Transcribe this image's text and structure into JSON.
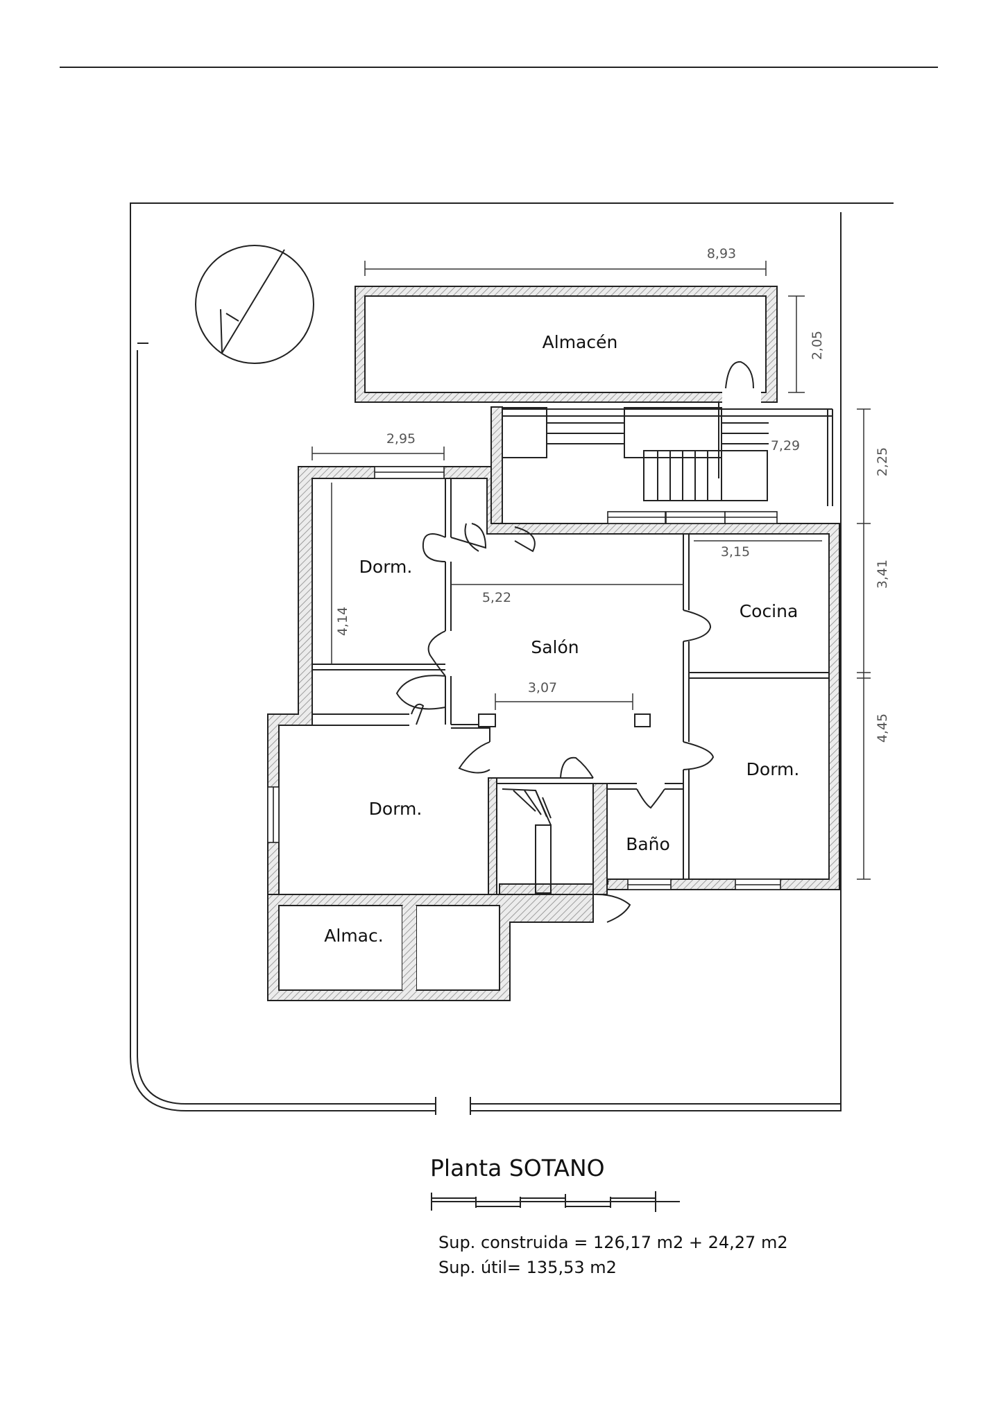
{
  "plan": {
    "title": "Planta SOTANO",
    "colors": {
      "line": "#222222",
      "hatch": "#8a8a8a",
      "wall_fill": "#d9d9d9",
      "dim_text": "#555555"
    },
    "rooms": {
      "almacen": "Almacén",
      "dorm_upper_left": "Dorm.",
      "salon": "Salón",
      "cocina": "Cocina",
      "dorm_right": "Dorm.",
      "dorm_lower_left": "Dorm.",
      "bano": "Baño",
      "almac": "Almac."
    },
    "dimensions": {
      "d_893": "8,93",
      "d_205": "2,05",
      "d_295": "2,95",
      "d_729": "7,29",
      "d_225": "2,25",
      "d_315": "3,15",
      "d_341": "3,41",
      "d_522": "5,22",
      "d_414": "4,14",
      "d_307": "3,07",
      "d_445": "4,45"
    },
    "areas": {
      "construida": "Sup. construida = 126,17 m2 + 24,27  m2",
      "util": "Sup. útil= 135,53 m2"
    },
    "icons": {
      "north": "north-arrow-icon",
      "scale": "scale-bar-icon"
    }
  }
}
